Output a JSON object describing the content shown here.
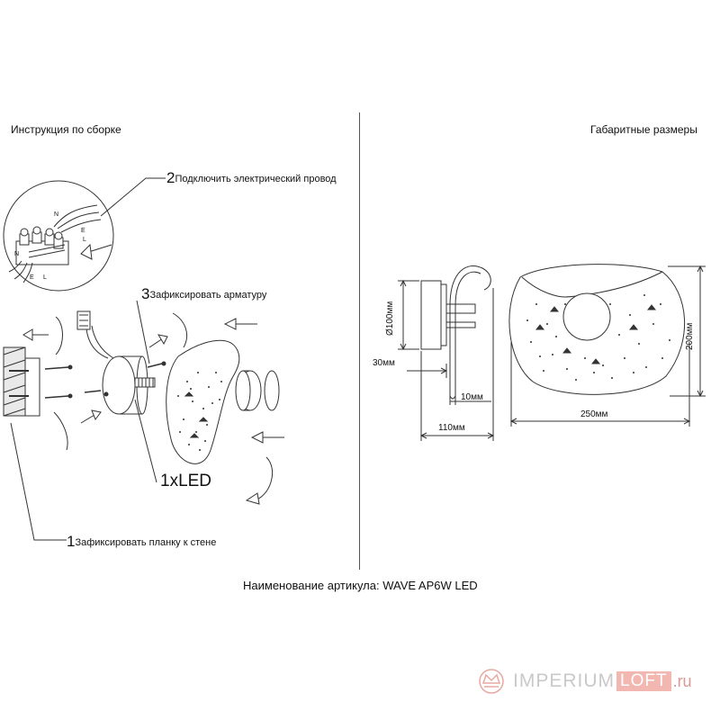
{
  "headers": {
    "left": "Инструкция по сборке",
    "right": "Габаритные размеры"
  },
  "steps": [
    {
      "num": "2",
      "text": "Подключить электрический провод"
    },
    {
      "num": "3",
      "text": "Зафиксировать арматуру"
    },
    {
      "num": "1",
      "text": "Зафиксировать планку к стене"
    }
  ],
  "led_label": "1xLED",
  "wire_labels": {
    "n": "N",
    "e": "E",
    "l": "L"
  },
  "dimensions": {
    "diameter": "Ø100мм",
    "depth_base": "30мм",
    "arm": "10мм",
    "depth_total": "110мм",
    "width": "250мм",
    "height": "200мм"
  },
  "article": "Наименование артикула: WAVE AP6W LED",
  "watermark": {
    "brand_left": "IMPERIUM",
    "brand_right": "LOFT",
    "domain": ".ru",
    "icon": "crown-logo-icon"
  },
  "colors": {
    "line": "#333333",
    "accent": "#f2b7b0",
    "watermark": "#c9c9c9"
  }
}
